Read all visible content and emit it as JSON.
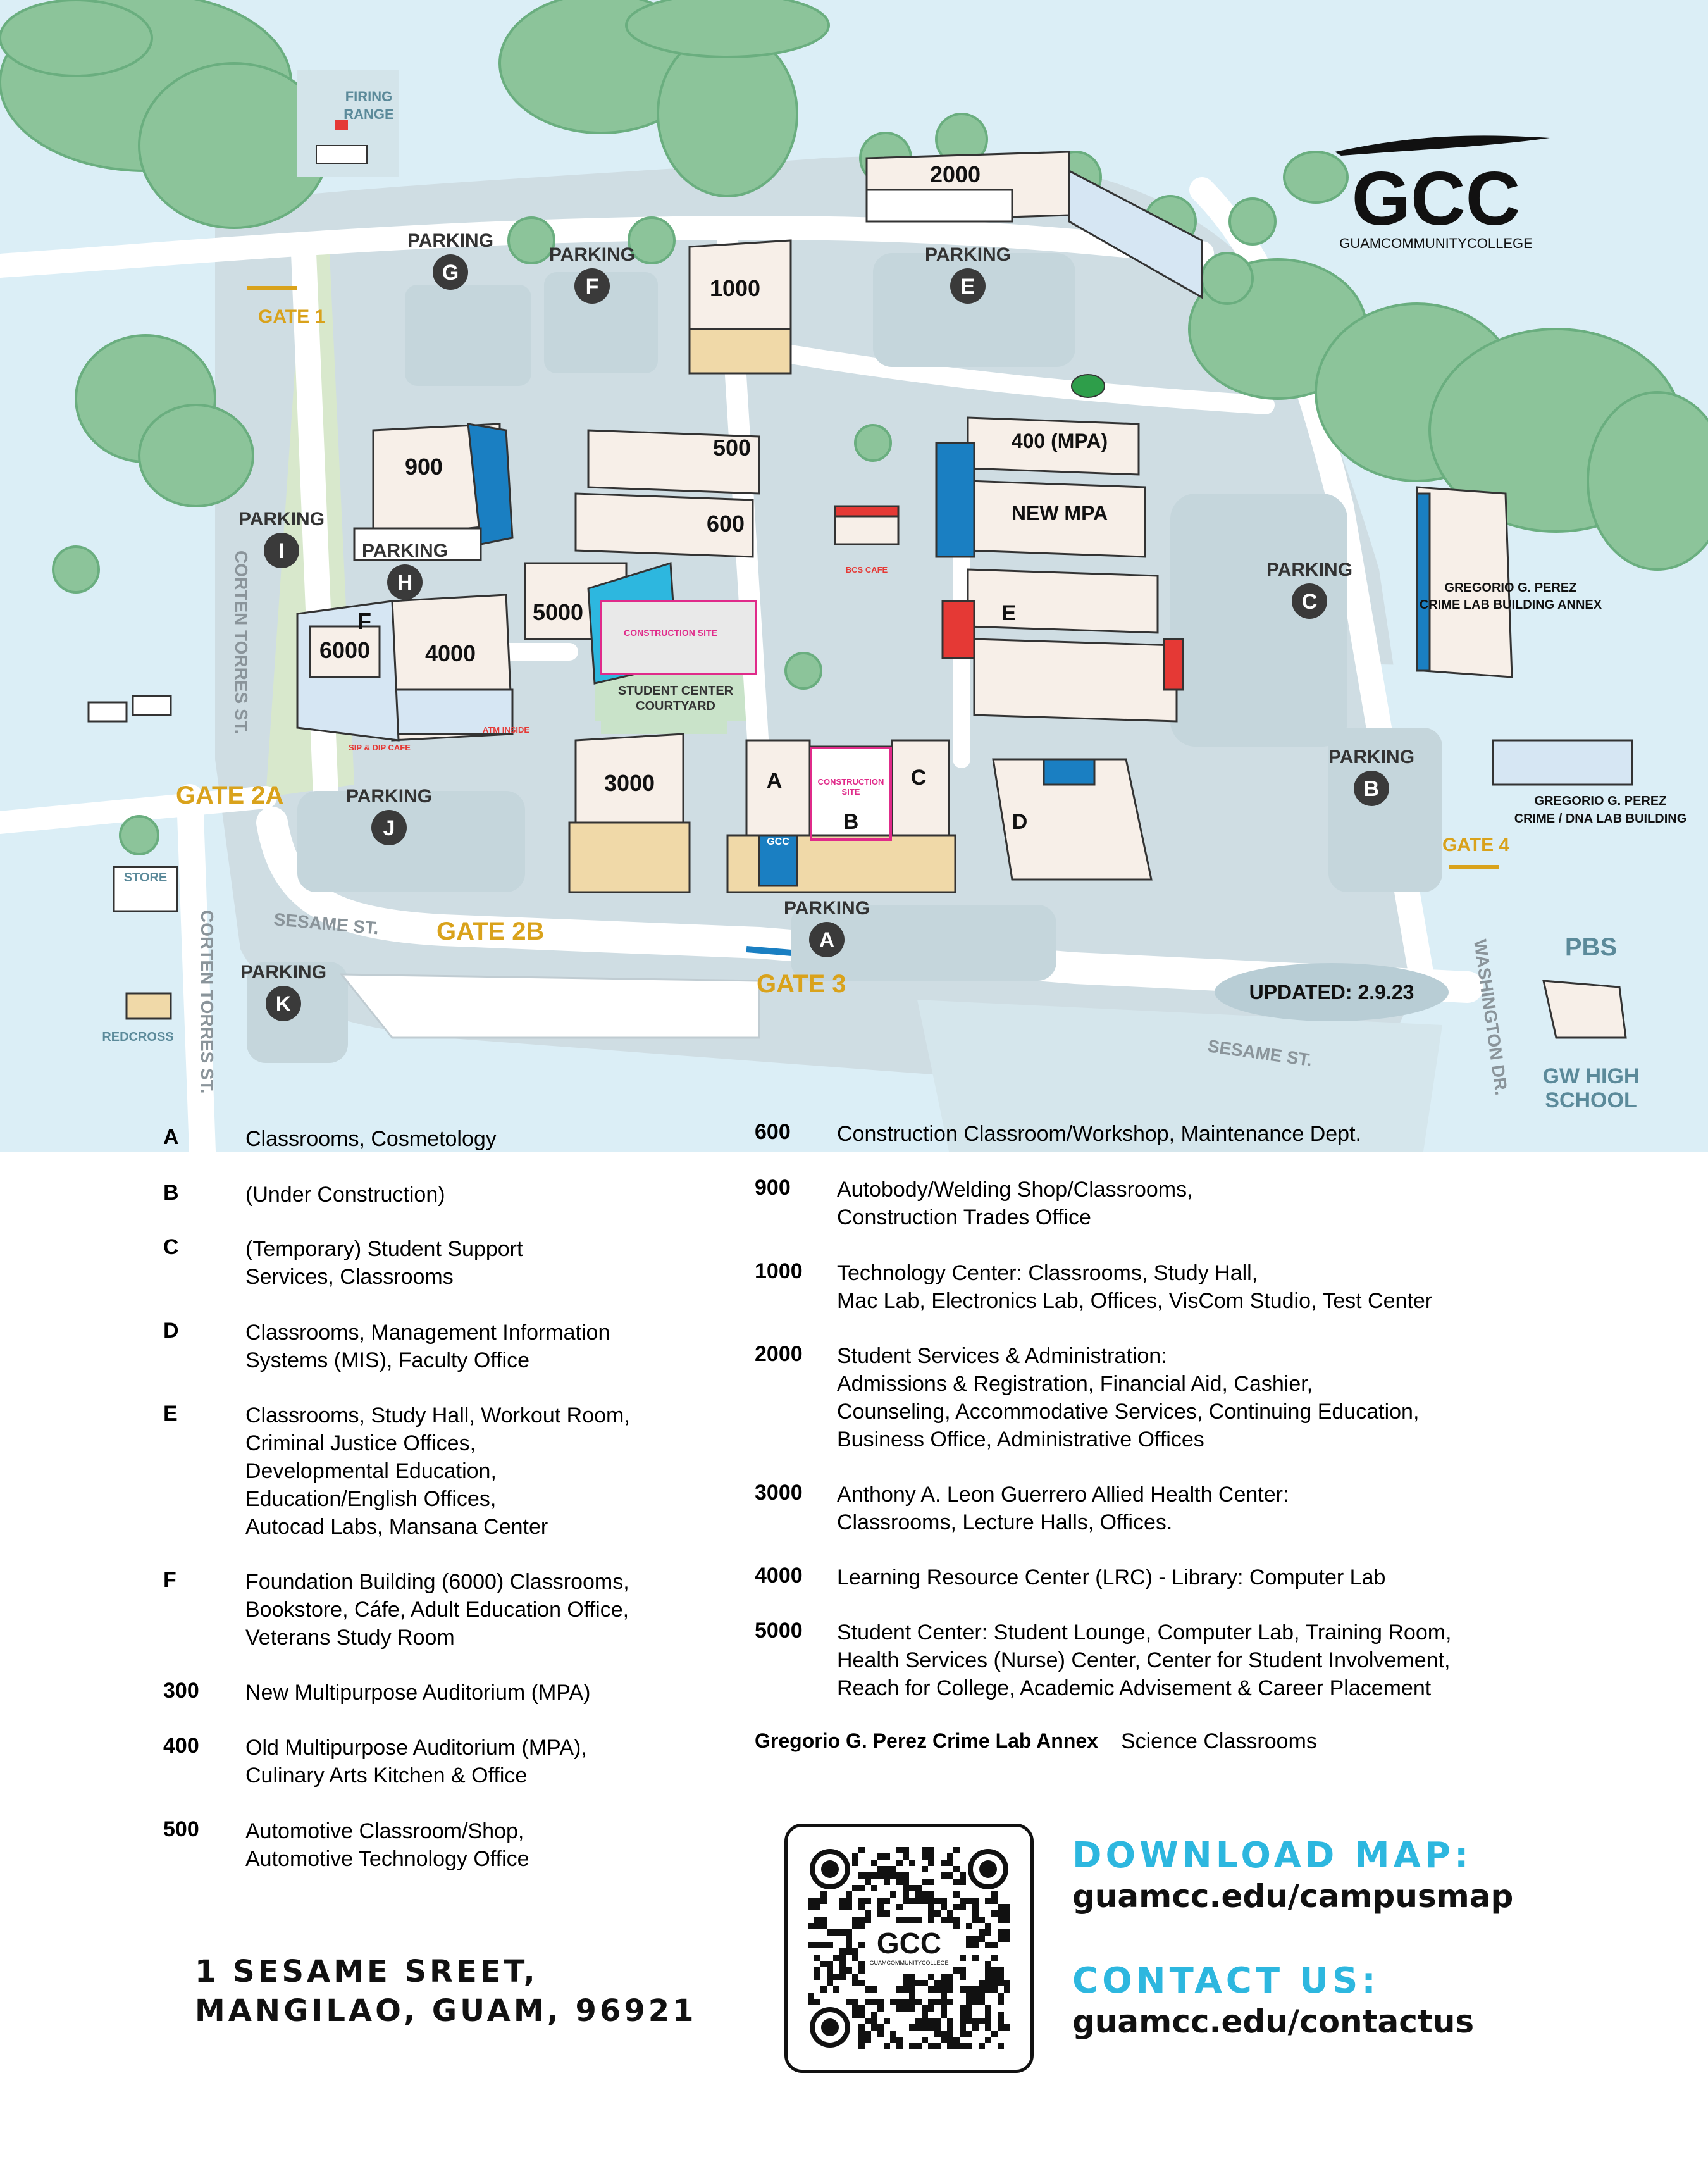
{
  "logo": {
    "text": "GCC",
    "subtitle": "GUAMCOMMUNITYCOLLEGE"
  },
  "map": {
    "updated": "UPDATED: 2.9.23",
    "firing_range": "FIRING\nRANGE",
    "parking_word": "PARKING",
    "parking_letters": [
      "G",
      "F",
      "E",
      "I",
      "H",
      "C",
      "J",
      "B",
      "A",
      "K"
    ],
    "gates": [
      "GATE 1",
      "GATE 2A",
      "GATE 2B",
      "GATE 3",
      "GATE 4"
    ],
    "streets": {
      "corten_left": "CORTEN TORRES ST.",
      "corten_lower": "CORTEN TORRES ST.",
      "sesame_left": "SESAME ST.",
      "sesame_right": "SESAME ST.",
      "washington": "WASHINGTON DR."
    },
    "buildings": {
      "b2000": "2000",
      "b1000": "1000",
      "b900": "900",
      "b500": "500",
      "b600": "600",
      "b400": "400 (MPA)",
      "newmpa": "NEW MPA",
      "b5000": "5000",
      "b4000": "4000",
      "b6000": "6000",
      "bF": "F",
      "b3000": "3000",
      "bA": "A",
      "bB": "B",
      "bC": "C",
      "bD": "D",
      "bE": "E"
    },
    "labels": {
      "construction_site": "CONSTRUCTION SITE",
      "construction_site_b": "CONSTRUCTION\nSITE",
      "courtyard": "STUDENT CENTER\nCOURTYARD",
      "bcs_cafe": "BCS CAFE",
      "sip_cafe": "SIP & DIP CAFE",
      "atm": "ATM INSIDE",
      "annex": "GREGORIO G. PEREZ\nCRIME LAB BUILDING ANNEX",
      "dna_lab": "GREGORIO G. PEREZ\nCRIME / DNA LAB BUILDING",
      "store": "STORE",
      "redcross": "REDCROSS",
      "pbs": "PBS",
      "gw_high": "GW HIGH\nSCHOOL",
      "gcc_sign": "GCC"
    }
  },
  "legend_left": [
    {
      "code": "A",
      "desc": "Classrooms, Cosmetology"
    },
    {
      "code": "B",
      "desc": "(Under Construction)"
    },
    {
      "code": "C",
      "desc": "(Temporary) Student Support\nServices, Classrooms"
    },
    {
      "code": "D",
      "desc": "Classrooms, Management Information\nSystems (MIS), Faculty Office"
    },
    {
      "code": "E",
      "desc": "Classrooms, Study Hall, Workout Room,\nCriminal Justice Offices,\nDevelopmental Education,\nEducation/English Offices,\nAutocad Labs, Mansana Center"
    },
    {
      "code": "F",
      "desc": "Foundation Building (6000) Classrooms,\nBookstore, Cáfe, Adult Education Office,\nVeterans Study Room"
    },
    {
      "code": "300",
      "desc": "New Multipurpose Auditorium (MPA)"
    },
    {
      "code": "400",
      "desc": "Old Multipurpose Auditorium (MPA),\nCulinary Arts Kitchen & Office"
    },
    {
      "code": "500",
      "desc": "Automotive Classroom/Shop,\nAutomotive Technology Office"
    }
  ],
  "legend_right": [
    {
      "code": "600",
      "desc": "Construction Classroom/Workshop, Maintenance Dept."
    },
    {
      "code": "900",
      "desc": "Autobody/Welding Shop/Classrooms,\nConstruction Trades Office"
    },
    {
      "code": "1000",
      "desc": "Technology Center: Classrooms, Study Hall,\nMac Lab, Electronics Lab, Offices, VisCom Studio, Test Center"
    },
    {
      "code": "2000",
      "desc": "Student Services & Administration:\nAdmissions & Registration, Financial Aid, Cashier,\nCounseling, Accommodative Services, Continuing Education,\nBusiness Office, Administrative Offices"
    },
    {
      "code": "3000",
      "desc": "Anthony A. Leon Guerrero Allied Health Center:\nClassrooms, Lecture Halls, Offices."
    },
    {
      "code": "4000",
      "desc": "Learning Resource Center (LRC) - Library:  Computer Lab"
    },
    {
      "code": "5000",
      "desc": "Student Center: Student Lounge, Computer Lab, Training Room,\nHealth Services (Nurse) Center, Center for Student Involvement,\nReach for College, Academic Advisement & Career Placement"
    }
  ],
  "annex_legend": {
    "code": "Gregorio G. Perez  Crime Lab Annex",
    "desc": "Science Classrooms"
  },
  "address": "1 SESAME SREET,\nMANGILAO, GUAM, 96921",
  "download": {
    "heading": "DOWNLOAD MAP:",
    "url": "guamcc.edu/campusmap"
  },
  "contact": {
    "heading": "CONTACT US:",
    "url": "guamcc.edu/contactus"
  },
  "colors": {
    "water": "#dbeef6",
    "ground": "#cfdde3",
    "tree": "#8cc49a",
    "tree_dark": "#6aae7f",
    "road": "#ffffff",
    "gate": "#d9a21b",
    "pink": "#e02b8a",
    "blue": "#1a7fc2",
    "cyan": "#2db7df"
  }
}
